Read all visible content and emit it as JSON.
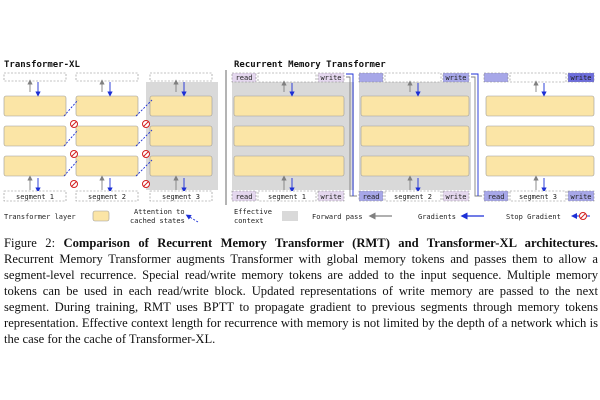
{
  "figure": {
    "txl": {
      "title": "Transformer-XL",
      "segments": [
        "segment 1",
        "segment 2",
        "segment 3"
      ]
    },
    "rmt": {
      "title": "Recurrent Memory Transformer",
      "read_label": "read",
      "write_label": "write",
      "segments": [
        "segment 1",
        "segment 2",
        "segment 3"
      ]
    },
    "legend": {
      "layer": "Transformer layer",
      "attention_line1": "Attention to",
      "attention_line2": "cached states",
      "effective_line1": "Effective",
      "effective_line2": "context",
      "forward": "Forward pass",
      "gradients": "Gradients",
      "stop": "Stop Gradient"
    },
    "colors": {
      "layer_fill": "#fbe5a6",
      "layer_stroke": "#9b9b9b",
      "context": "#d9d9d9",
      "read_token": "#e4d7ee",
      "write_token": "#a7a7e8",
      "gradient": "#1c2fd6",
      "stop": "#d42020",
      "forward": "#808080"
    }
  },
  "caption": {
    "label": "Figure 2:",
    "title": "Comparison of Recurrent Memory Transformer (RMT) and Transformer-XL architectures.",
    "body": "Recurrent Memory Transformer augments Transformer with global memory tokens and passes them to allow a segment-level recurrence. Special read/write memory tokens are added to the input sequence. Multiple memory tokens can be used in each read/write block. Updated representations of write memory are passed to the next segment. During training, RMT uses BPTT to propagate gradient to previous segments through memory tokens representation. Effective context length for recurrence with memory is not limited by the depth of a network which is the case for the cache of Transformer-XL."
  }
}
